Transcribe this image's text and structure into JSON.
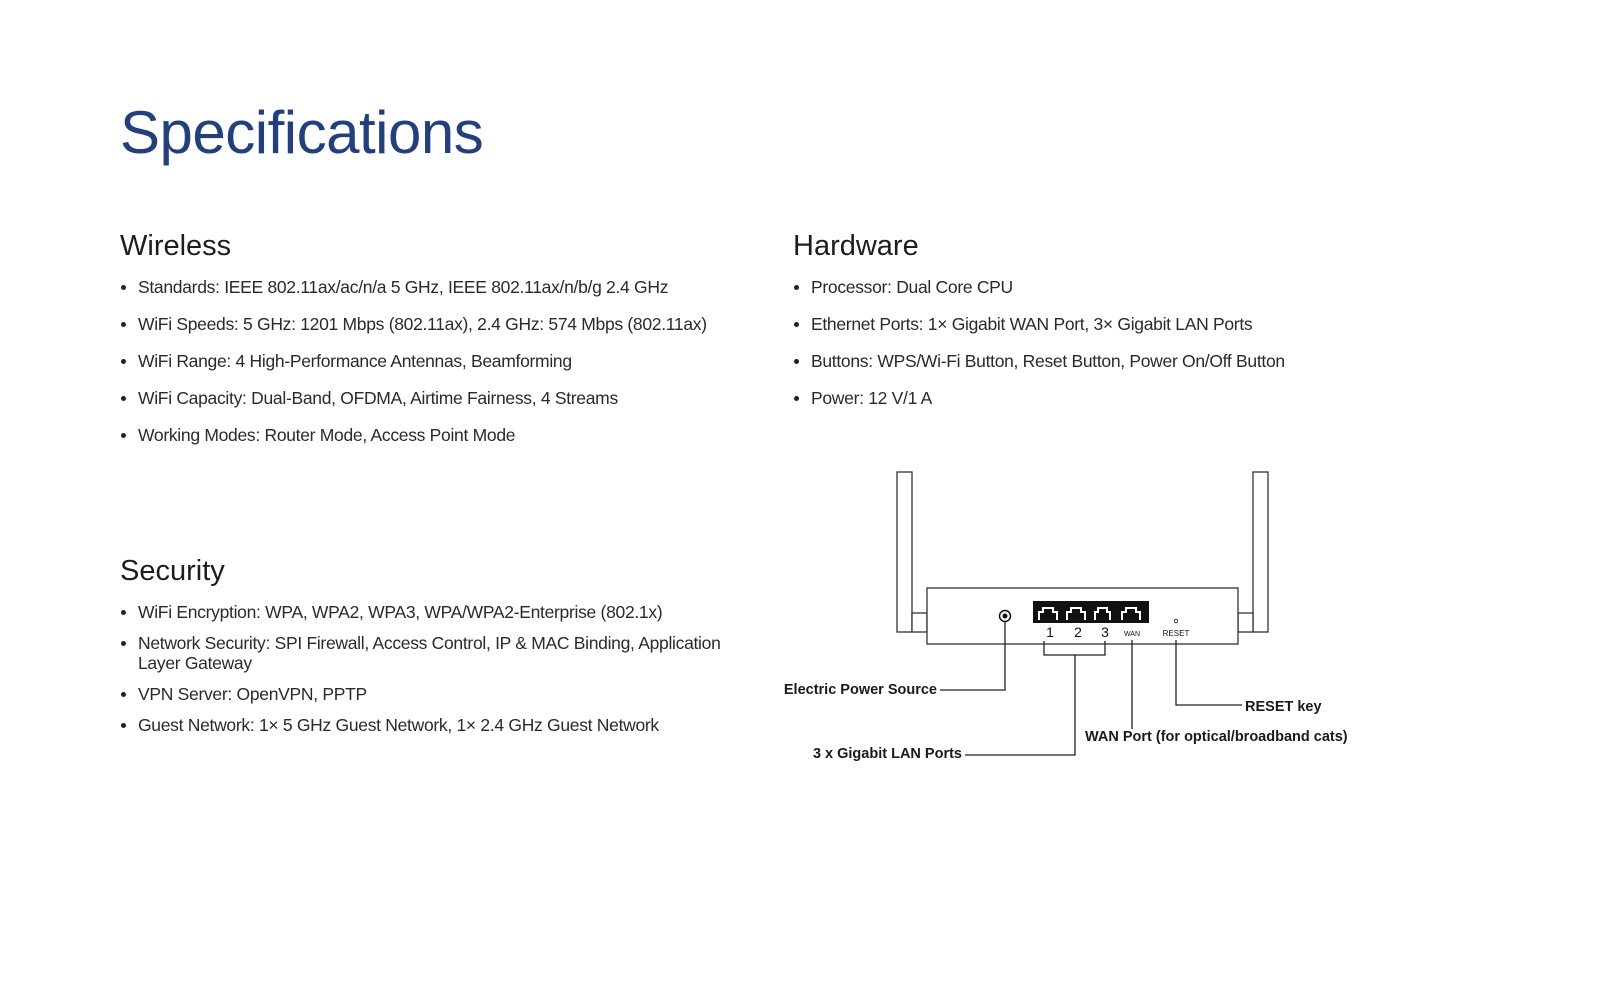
{
  "title": "Specifications",
  "wireless": {
    "heading": "Wireless",
    "items": [
      "Standards: IEEE 802.11ax/ac/n/a 5 GHz, IEEE 802.11ax/n/b/g 2.4 GHz",
      "WiFi Speeds: 5 GHz: 1201 Mbps (802.11ax), 2.4 GHz: 574 Mbps (802.11ax)",
      "WiFi Range: 4 High-Performance Antennas, Beamforming",
      "WiFi Capacity: Dual-Band, OFDMA, Airtime Fairness, 4 Streams",
      "Working Modes: Router Mode, Access Point Mode"
    ]
  },
  "hardware": {
    "heading": "Hardware",
    "items": [
      "Processor: Dual Core CPU",
      "Ethernet Ports: 1× Gigabit WAN Port, 3× Gigabit LAN Ports",
      "Buttons: WPS/Wi-Fi Button, Reset Button, Power On/Off Button",
      "Power: 12 V/1 A"
    ]
  },
  "security": {
    "heading": "Security",
    "items": [
      "WiFi Encryption: WPA, WPA2, WPA3, WPA/WPA2-Enterprise (802.1x)",
      "Network Security: SPI Firewall, Access Control, IP & MAC Binding, Application Layer Gateway",
      "VPN Server: OpenVPN, PPTP",
      "Guest Network: 1× 5 GHz Guest Network, 1× 2.4 GHz Guest Network"
    ]
  },
  "diagram": {
    "port_numbers": [
      "1",
      "2",
      "3"
    ],
    "wan_label": "WAN",
    "reset_label": "RESET",
    "callouts": {
      "power": "Electric Power Source",
      "lan": "3 x Gigabit LAN Ports",
      "wan": "WAN Port (for optical/broadband cats)",
      "reset": "RESET key"
    }
  }
}
